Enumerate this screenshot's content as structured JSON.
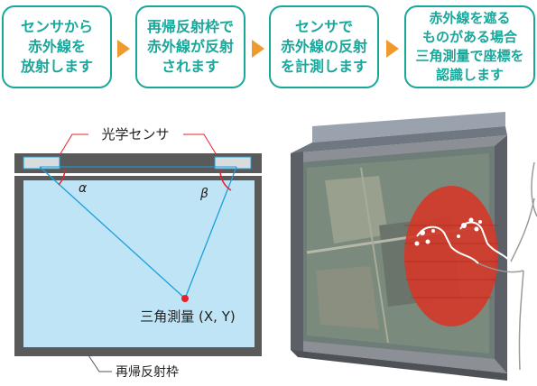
{
  "steps": [
    {
      "text": "センサから\n赤外線を\n放射します"
    },
    {
      "text": "再帰反射枠で\n赤外線が反射\nされます"
    },
    {
      "text": "センサで\n赤外線の反射\nを計測します"
    },
    {
      "text": "赤外線を遮る\nものがある場合\n三角測量で座標を\n認識します"
    }
  ],
  "diagram": {
    "sensor_label": "光学センサ",
    "alpha": "α",
    "beta": "β",
    "triangulation_label": "三角測量 (X, Y)",
    "frame_label": "再帰反射枠"
  },
  "colors": {
    "accent": "#1aa79b",
    "arrow": "#f09a2e",
    "screen": "#bfe4f6",
    "frame": "#555555",
    "ray": "#1aa0dc",
    "point": "#e8202a",
    "hand_disc": "#d23a2a"
  }
}
